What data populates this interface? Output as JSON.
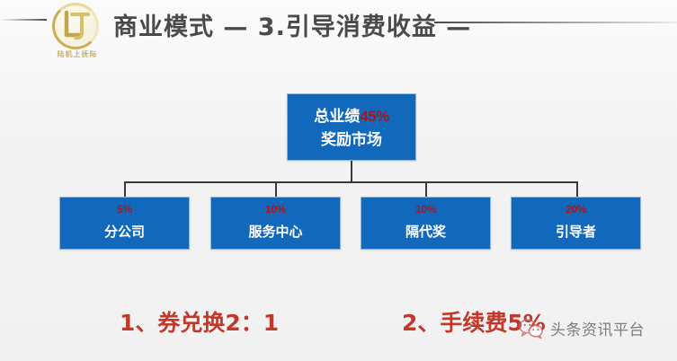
{
  "header": {
    "title": "商业模式 — 3.引导消费收益 —",
    "logo": {
      "monogram": "LT",
      "subtitle": "陆机上抚际"
    }
  },
  "chart_data": {
    "type": "diagram",
    "title": "商业模式 — 3.引导消费收益 —",
    "root": {
      "label_prefix": "总业绩",
      "percent": "45%",
      "label_main": "奖励市场"
    },
    "children": [
      {
        "percent": "5%",
        "label": "分公司"
      },
      {
        "percent": "10%",
        "label": "服务中心"
      },
      {
        "percent": "10%",
        "label": "隔代奖"
      },
      {
        "percent": "20%",
        "label": "引导者"
      }
    ],
    "notes": [
      "1、券兑换2：1",
      "2、手续费5%"
    ],
    "colors": {
      "node_fill": "#1269bb",
      "node_border": "#8fb7dd",
      "percent_text": "#a31820",
      "node_text": "#ffffff",
      "note_text": "#c0392b",
      "title_text": "#4a4a4a",
      "background": "#f3f3f3",
      "logo_gold": "#c9ae55"
    }
  },
  "footer": {
    "note_1": "1、券兑换2：1",
    "note_2": "2、手续费5%"
  },
  "watermark": {
    "icon": "wechat-icon",
    "text": "头条资讯平台"
  }
}
